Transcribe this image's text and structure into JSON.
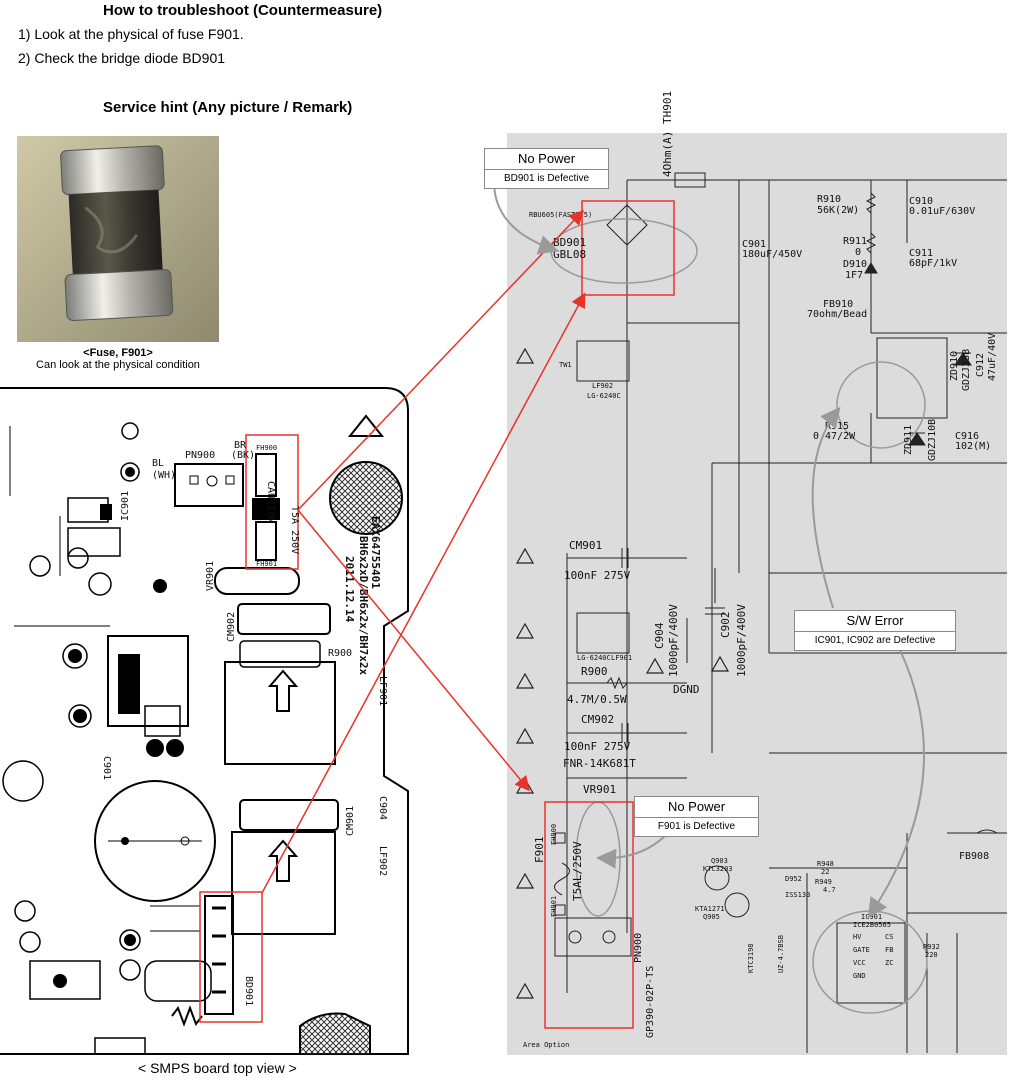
{
  "header": {
    "troubleshoot_title": "How to troubleshoot (Countermeasure)",
    "steps": [
      "1) Look at the physical of fuse F901.",
      "2) Check the bridge diode BD901"
    ],
    "hint_title": "Service hint (Any picture / Remark)"
  },
  "fuse_photo": {
    "caption_title": "<Fuse, F901>",
    "caption_text": "Can look at the physical condition"
  },
  "board": {
    "caption": "< SMPS board top view >",
    "labels": {
      "pn900": "PN900",
      "br": "BR",
      "bk": "(BK)",
      "bl": "BL",
      "wh": "(WH)",
      "fh900": "FH900",
      "fh901": "FH901",
      "caution": "CAUTION",
      "fuse_rating": "T5A 250V",
      "model_1": "EAX64755401",
      "model_2": "BH6x2xD/BH6x2x/BH7x2x",
      "model_3": "2011.12.14",
      "ic901": "IC901",
      "vr901": "VR901",
      "cm902": "CM902",
      "r900": "R900",
      "lf901": "LF901",
      "lf902": "LF902",
      "cm901": "CM901",
      "cn904": "C904",
      "c901": "C901",
      "bd901": "BD901"
    }
  },
  "schematic": {
    "labels": {
      "thermistor": "4Ohm(A) TH901",
      "bd_part": "RBU605(FAST375)",
      "bd901": "BD901",
      "gbl08": "GBL08",
      "c901": "C901",
      "c901_val": "180uF/450V",
      "r910": "R910",
      "r910_val": "56K(2W)",
      "c910": "C910",
      "c910_val": "0.01uF/630V",
      "r911": "R911",
      "r911_val": "0",
      "d910": "D910",
      "d910_val": "1F7",
      "c911": "C911",
      "c911_val": "68pF/1kV",
      "fb910": "FB910",
      "fb910_val": "70ohm/Bead",
      "zd910": "ZD910",
      "zd910_val": "GDZJ33B",
      "c912": "C912",
      "c912_val": "47uF/40V",
      "r915": "R915",
      "r915_val": "0.47/2W",
      "zd911": "ZD911",
      "zd911_val": "GDZJ10B",
      "c916": "C916",
      "c916_val": "102(M)",
      "tw1": "TW1",
      "lf902": "LF902",
      "lf902_part": "LG-6240C",
      "cm901": "CM901",
      "cm901_val": "100nF 275V",
      "c904": "C904",
      "c904_val": "1000pF/400V",
      "c902": "C902",
      "c902_val": "1000pF/400V",
      "dgnd": "DGND",
      "lf901_part": "LG-6240C",
      "lf901": "LF901",
      "r900": "R900",
      "r900_val": "4.7M/0.5W",
      "cm902": "CM902",
      "cm902_val": "100nF 275V",
      "fnr": "FNR-14K681T",
      "vr901": "VR901",
      "fh900": "FH900",
      "f901": "F901",
      "f901_rating": "T5AL/250V",
      "fh901": "FH901",
      "pn900": "PN900",
      "gp390": "GP390-02P-TS",
      "q903": "Q903",
      "q903_part": "KTC3203",
      "r948": "R948",
      "r948_val": "22",
      "d952": "D952",
      "d952_part": "ISS133",
      "r949": "R949",
      "r949_val": "4.7",
      "fb908": "FB908",
      "q905_part": "KTA1271",
      "q905": "Q905",
      "ic901": "IC901",
      "ic901_part": "ICE2B0565",
      "pin_hv": "HV",
      "pin_gate": "GATE",
      "pin_vcc": "VCC",
      "pin_gnd": "GND",
      "pin_cs": "CS",
      "pin_fb": "FB",
      "pin_zc": "ZC",
      "ktc3198": "KTC3198",
      "uz4_7bsb": "UZ-4.7BSB",
      "area_option": "Area Option",
      "r932": "R932",
      "r932_val": "220"
    }
  },
  "callouts": {
    "no_power_bd": {
      "title": "No Power",
      "sub": "BD901 is Defective"
    },
    "sw_error": {
      "title": "S/W Error",
      "sub": "IC901, IC902 are Defective"
    },
    "no_power_f": {
      "title": "No Power",
      "sub": "F901 is Defective"
    }
  },
  "colors": {
    "highlight": "#e8332a",
    "schematic_bg": "#dcdcdc",
    "callout_line": "#9a9a9a"
  }
}
